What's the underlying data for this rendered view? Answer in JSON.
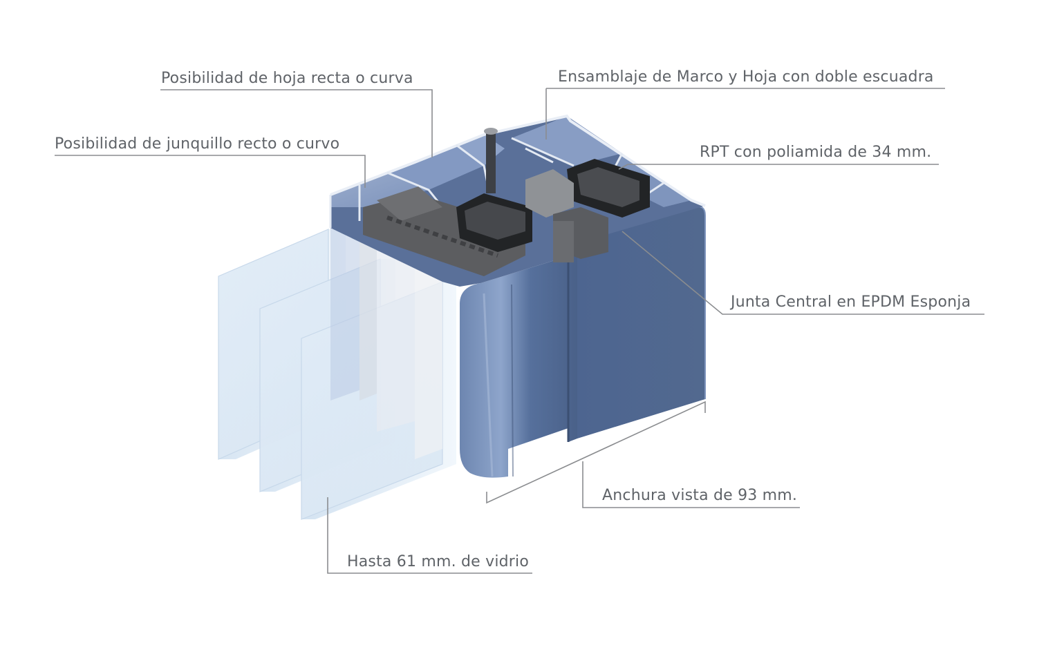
{
  "colors": {
    "profile_blue": "#4f6690",
    "profile_blue_dark": "#3e5378",
    "profile_blue_light": "#7d95bd",
    "gasket_black": "#222426",
    "polyamide_grey": "#5c5d60",
    "glass": "#dce8f4",
    "leader_grey": "#8a8c8f",
    "text_grey": "#5f6368"
  },
  "labels": {
    "hoja": "Posibilidad de hoja recta o curva",
    "junquillo": "Posibilidad de junquillo recto o curvo",
    "ensamblaje": "Ensamblaje de Marco y Hoja con doble escuadra",
    "rpt": "RPT con poliamida de 34 mm.",
    "junta": "Junta Central en EPDM Esponja",
    "anchura": "Anchura vista de 93 mm.",
    "vidrio": "Hasta 61 mm. de vidrio"
  }
}
